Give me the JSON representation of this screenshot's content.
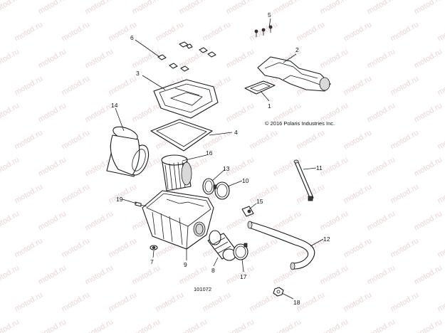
{
  "watermark_text": "motod.ru",
  "copyright": "© 2016 Polaris Industries Inc.",
  "document_number": "101072",
  "callouts": {
    "c1": "1",
    "c2": "2",
    "c3": "3",
    "c4": "4",
    "c5": "5",
    "c6": "6",
    "c7": "7",
    "c8": "8",
    "c9": "9",
    "c10": "10",
    "c11": "11",
    "c12": "12",
    "c13": "13",
    "c14": "14",
    "c15": "15",
    "c16": "16",
    "c17": "17",
    "c18": "18",
    "c19": "19"
  }
}
